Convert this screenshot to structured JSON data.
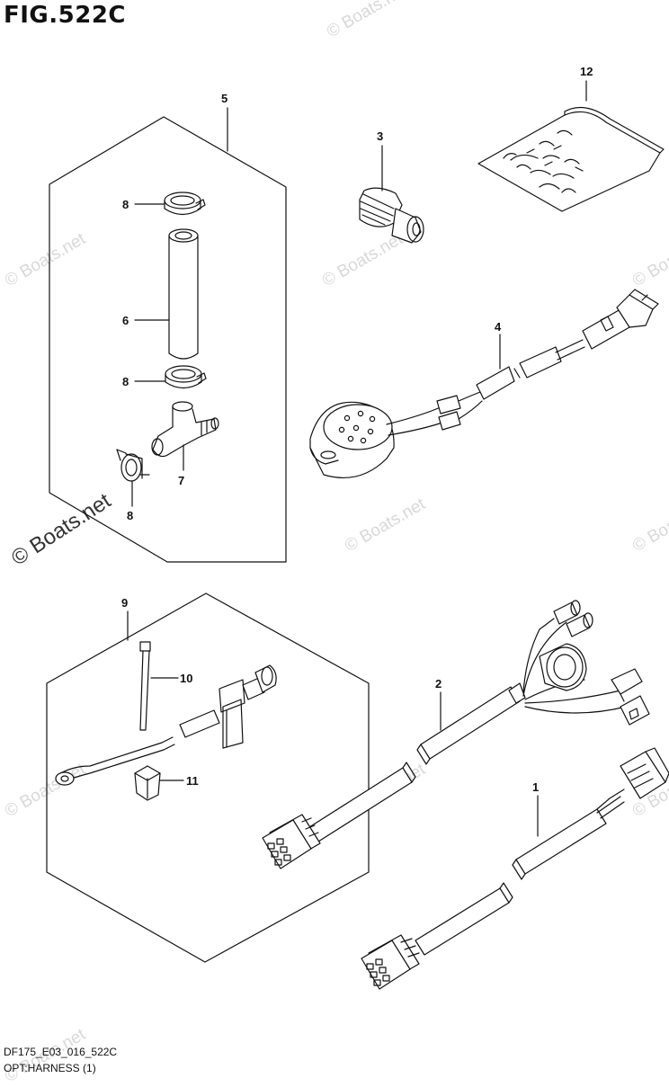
{
  "figure": {
    "title": "FIG.522C",
    "code": "DF175_E03_016_522C",
    "caption": "OPT:HARNESS (1)"
  },
  "watermark": "© Boats.net",
  "callouts": [
    "1",
    "2",
    "3",
    "4",
    "5",
    "6",
    "7",
    "8",
    "8",
    "8",
    "9",
    "10",
    "11",
    "12"
  ]
}
